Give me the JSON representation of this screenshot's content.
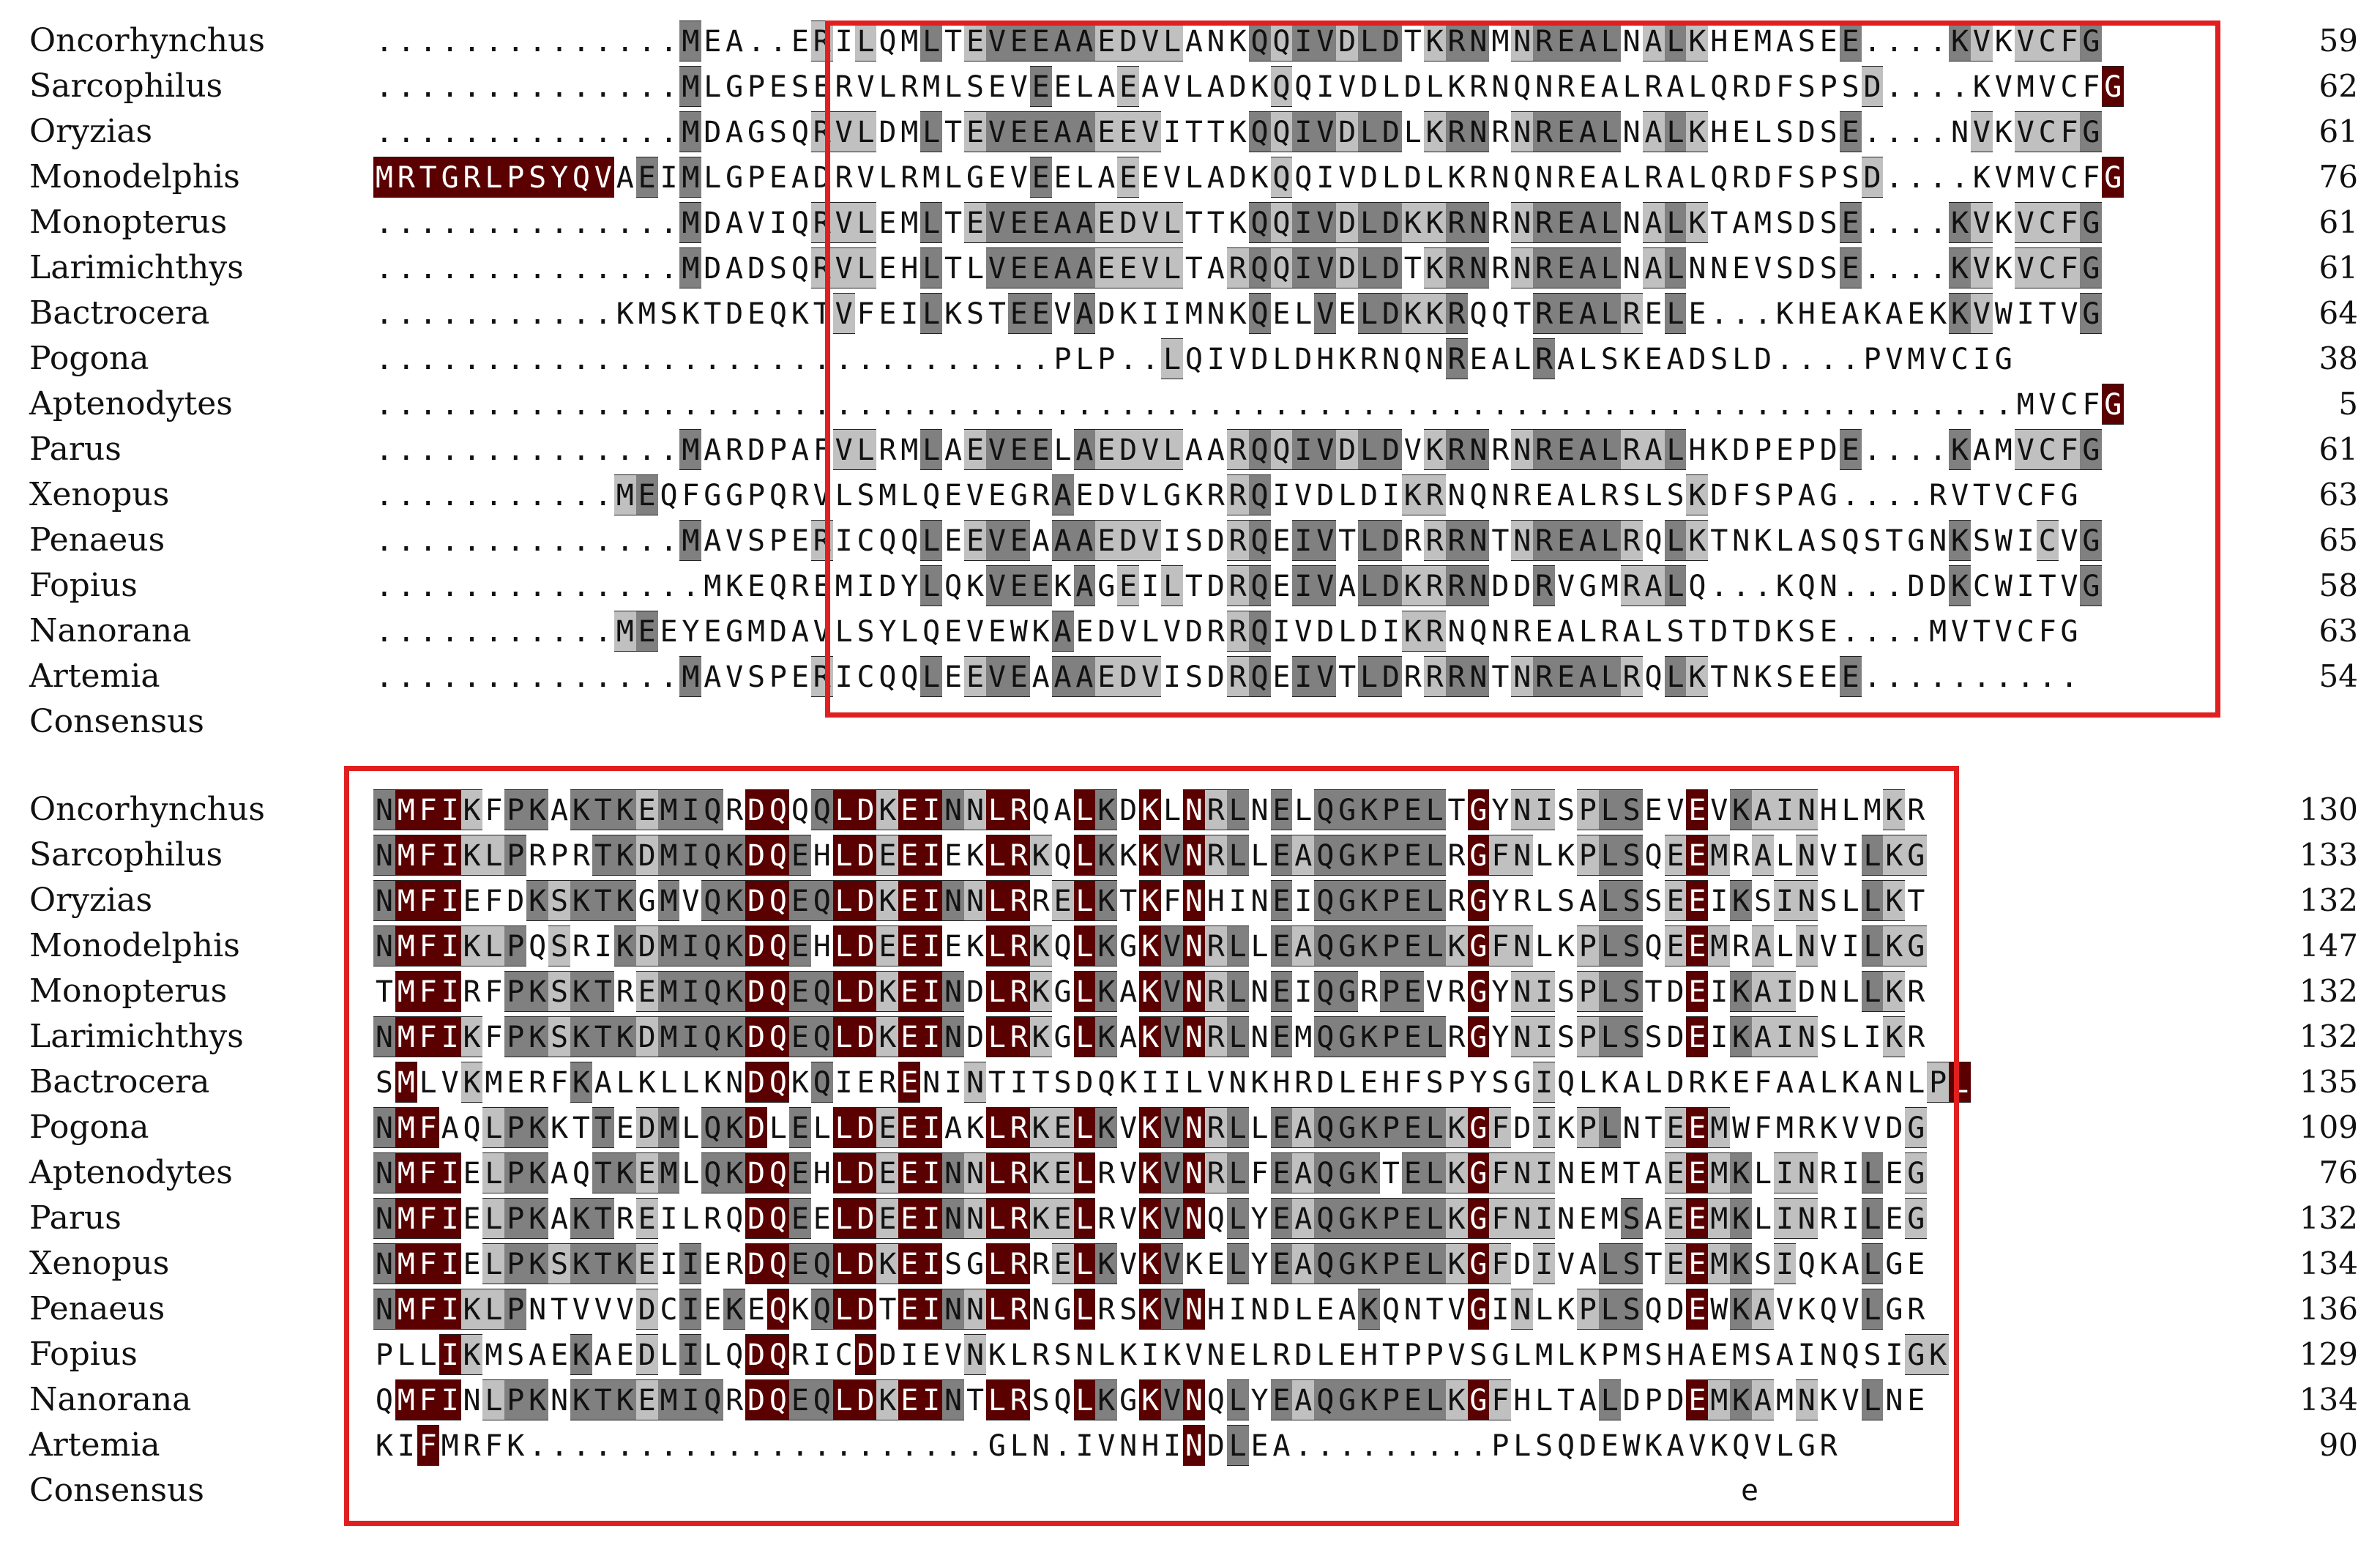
{
  "block1": {
    "rows": [
      {
        "name": "Oncorhynchus",
        "seq": "..............MEA..ERILQMLTEVEEAAEDVLANKQQIVDLDTKRNMNREALNALKHEMASEE....KVKVCFG",
        "end": "59"
      },
      {
        "name": "Sarcophilus",
        "seq": "..............MLGPESERVLRMLSEVEELAEAVLADKQQIVDLDLKRNQNREALRALQRDFSPSD....KVMVCFG",
        "end": "62"
      },
      {
        "name": "Oryzias",
        "seq": "..............MDAGSQRVLDMLTEVEEAAEEVITTKQQIVDLDLKRNRNREALNALKHELSDSE....NVKVCFG",
        "end": "61"
      },
      {
        "name": "Monodelphis",
        "seq": "MRTGRLPSYQVAEIMLGPEADRVLRMLGEVEELAEEVLADKQQIVDLDLKRNQNREALRALQRDFSPSD....KVMVCFG",
        "end": "76"
      },
      {
        "name": "Monopterus",
        "seq": "..............MDAVIQRVLEMLTEVEEAAEDVLTTKQQIVDLDKKRNRNREALNALKTAMSDSE....KVKVCFG",
        "end": "61"
      },
      {
        "name": "Larimichthys",
        "seq": "..............MDADSQRVLEHLTLVEEAAEEVLTARQQIVDLDTKRNRNREALNALNNEVSDSE....KVKVCFG",
        "end": "61"
      },
      {
        "name": "Bactrocera",
        "seq": "...........KMSKTDEQKTVFEILKSTEEVADKIIMNKQELVELDKKRQQTREALRELE...KHEAKAEKKVWITVG",
        "end": "64"
      },
      {
        "name": "Pogona",
        "seq": "...............................PLP..LQIVDLDHKRNQNREALRALSKEADSLD....PVMVCIG",
        "end": "38"
      },
      {
        "name": "Aptenodytes",
        "seq": "...........................................................................MVCFG",
        "end": "5"
      },
      {
        "name": "Parus",
        "seq": "..............MARDPAFVLRMLAEVEELAEDVLAARQQIVDLDVKRNRNREALRALHKDPEPDE....KAMVCFG",
        "end": "61"
      },
      {
        "name": "Xenopus",
        "seq": "...........MEQFGGPQRVLSMLQEVEGRAEDVLGKRRQIVDLDIKRNQNREALRSLSKDFSPAG....RVTVCFG",
        "end": "63"
      },
      {
        "name": "Penaeus",
        "seq": "..............MAVSPERICQQLEEVEAAAEDVISDRQEIVTLDRRRNTNREALRQLKTNKLASQSTGNKSWICVG",
        "end": "65"
      },
      {
        "name": "Fopius",
        "seq": "...............MKEQREMIDYLQKVEEKAGEILTDRQEIVALDKRRNDDRVGMRALQ...KQN...DDKCWITVG",
        "end": "58"
      },
      {
        "name": "Nanorana",
        "seq": "...........MEEYEGMDAVLSYLQEVEWKAEDVLVDRRQIVDLDIKRNQNREALRALSTDTDKSE....MVTVCFG",
        "end": "63"
      },
      {
        "name": "Artemia",
        "seq": "..............MAVSPERICQQLEEVEAAAEDVISDRQEIVTLDRRRNTNREALRQLKTNKSEEE..........",
        "end": "54"
      }
    ],
    "consensus_name": "Consensus",
    "consensus": ""
  },
  "block2": {
    "rows": [
      {
        "name": "Oncorhynchus",
        "seq": "NMFIKFPKAKTKEMIQRDQQQLDKEINNLRQALKDKLNRLNELQGKPELTGYNISPLSEVEVKAINHLMKR",
        "end": "130"
      },
      {
        "name": "Sarcophilus",
        "seq": "NMFIKLPRPRTKDMIQKDQEHLDEEIEKLRKQLKKKVNRLLEAQGKPELRGFNLKPLSQEEMRALNVILKG",
        "end": "133"
      },
      {
        "name": "Oryzias",
        "seq": "NMFIEFDKSKTKGMVQKDQEQLDKEINNLRRELKTKFNHINEIQGKPELRGYRLSALSSEEIKSINSLLKT",
        "end": "132"
      },
      {
        "name": "Monodelphis",
        "seq": "NMFIKLPQSRIKDMIQKDQEHLDEEIEKLRKQLKGKVNRLLEAQGKPELKGFNLKPLSQEEMRALNVILKG",
        "end": "147"
      },
      {
        "name": "Monopterus",
        "seq": "TMFIRFPKSKTREMIQKDQEQLDKEINDLRKGLKAKVNRLNEIQGRPEVRGYNISPLSTDEIKAIDNLLKR",
        "end": "132"
      },
      {
        "name": "Larimichthys",
        "seq": "NMFIKFPKSKTKDMIQKDQEQLDKEINDLRKGLKAKVNRLNEMQGKPELRGYNISPLSSDEIKAINSLIKR",
        "end": "132"
      },
      {
        "name": "Bactrocera",
        "seq": "SMLVKMERFKALKLLKNDQKQIERENINTITSDQKIILVNKHRDLEHFSPYSGIQLKALDRKEFAALKANLPL",
        "end": "135"
      },
      {
        "name": "Pogona",
        "seq": "NMFAQLPKKTTEDMLQKDLELLDEEIAKLRKELKVKVNRLLEAQGKPELKGFDIKPLNTEEMWFMRKVVDG",
        "end": "109"
      },
      {
        "name": "Aptenodytes",
        "seq": "NMFIELPKAQTKEMLQKDQEHLDEEINNLRKELRVKVNRLFEAQGKTELKGFNINEMTAEEMKLINRILEG",
        "end": "76"
      },
      {
        "name": "Parus",
        "seq": "NMFIELPKAKTREILRQDQEELDEEINNLRKELRVKVNQLYEAQGKPELKGFNINEMSAEEMKLINRILEG",
        "end": "132"
      },
      {
        "name": "Xenopus",
        "seq": "NMFIELPKSKTKEIIERDQEQLDKEISGLRRELKVKVKELYEAQGKPELKGFDIVALSTEEMKSIQKALGE",
        "end": "134"
      },
      {
        "name": "Penaeus",
        "seq": "NMFIKLPNTVVVDCIEKEQKQLDTEINNLRNGLRSKVNHINDLEAKQNTVGINLKPLSQDEWKAVKQVLGR",
        "end": "136"
      },
      {
        "name": "Fopius",
        "seq": "PLLIKMSAEKAEDLILQDQRICDDIEVNKLRSNLKIKVNELRDLEHTPPVSGLMLKPMSHAEMSAINQSIGK",
        "end": "129"
      },
      {
        "name": "Nanorana",
        "seq": "QMFINLPKNKTKEMIQRDQEQLDKEINTLRSQLKGKVNQLYEAQGKPELKGFHLTALDPDEMKAMNKVLNE",
        "end": "134"
      },
      {
        "name": "Artemia",
        "seq": "KIFMRFK.....................GLN.IVNHINDLEA.........PLSQDEWKAVKQVLGR",
        "end": "90"
      }
    ],
    "consensus_name": "Consensus",
    "consensus": "e"
  },
  "colors": {
    "dark": "#5a0000",
    "mid": "#808080",
    "light": "#c0c0c0",
    "black": "#000000",
    "frame": "#e02020"
  }
}
